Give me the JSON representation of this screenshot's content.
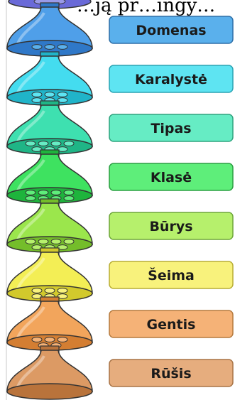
{
  "top_caption": "…ją pr…ingy…",
  "ranks": [
    {
      "label": "Domenas",
      "body": "#4f9fe9",
      "body_dark": "#2f78c8",
      "box": "#5ab0ec",
      "box_border": "#2e6fa8"
    },
    {
      "label": "Karalystė",
      "body": "#44dcef",
      "body_dark": "#20b4c9",
      "box": "#5ee4f2",
      "box_border": "#2aa3b3"
    },
    {
      "label": "Tipas",
      "body": "#3ee0b0",
      "body_dark": "#1fb586",
      "box": "#66ecc4",
      "box_border": "#2fa37e"
    },
    {
      "label": "Klasė",
      "body": "#3ee260",
      "body_dark": "#1eb43c",
      "box": "#5eee7a",
      "box_border": "#2c9f43"
    },
    {
      "label": "Būrys",
      "body": "#9be64c",
      "body_dark": "#74bd2a",
      "box": "#b6f06c",
      "box_border": "#6ea63a"
    },
    {
      "label": "Šeima",
      "body": "#f3ee55",
      "body_dark": "#d2c92c",
      "box": "#f8f27c",
      "box_border": "#b8ad34"
    },
    {
      "label": "Gentis",
      "body": "#f2a55c",
      "body_dark": "#d47e32",
      "box": "#f5b277",
      "box_border": "#b57a3e"
    },
    {
      "label": "Rūšis",
      "body": "#dc9a64",
      "body_dark": "#b9733b",
      "box": "#e6ad7e",
      "box_border": "#a87446"
    }
  ]
}
